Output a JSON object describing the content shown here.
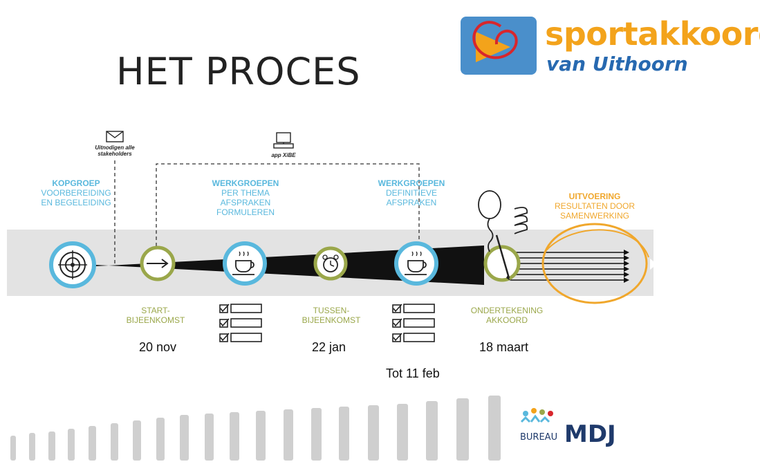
{
  "title": "HET PROCES",
  "logo": {
    "line1": "sportakkoord",
    "line2": "van Uithoorn",
    "colors": {
      "orange": "#f3a31b",
      "blue": "#2769b0",
      "box": "#4a8fcb"
    }
  },
  "top_annotations": {
    "envelope": {
      "icon": "envelope-icon",
      "text": "Uitnodigen alle stakeholders"
    },
    "computer": {
      "icon": "computer-icon",
      "text": "app XiBE"
    }
  },
  "phases": {
    "kopgroep": {
      "heading": "KOPGROEP",
      "line1": "VOORBEREIDING",
      "line2": "EN BEGELEIDING"
    },
    "werkgroepen1": {
      "heading": "WERKGROEPEN",
      "line1": "PER THEMA",
      "line2": "AFSPRAKEN",
      "line3": "FORMULEREN"
    },
    "werkgroepen2": {
      "heading": "WERKGROEPEN",
      "line1": "DEFINITIEVE",
      "line2": "AFSPRAKEN"
    },
    "uitvoering": {
      "heading": "UITVOERING",
      "line1": "RESULTATEN DOOR",
      "line2": "SAMENWERKING"
    }
  },
  "milestones": {
    "start": {
      "line1": "START-",
      "line2": "BIJEENKOMST"
    },
    "tussen": {
      "line1": "TUSSEN-",
      "line2": "BIJEENKOMST"
    },
    "ondertekening": {
      "line1": "ONDERTEKENING",
      "line2": "AKKOORD"
    }
  },
  "dates": {
    "d1": "20 nov",
    "d2": "22 jan",
    "d3": "18 maart",
    "d4": "Tot 11 feb"
  },
  "footer_logo": {
    "small": "BUREAU",
    "big": "MDJ"
  },
  "colors": {
    "blue": "#59b8dd",
    "green": "#9aa74a",
    "yellow": "#f0a72c",
    "band": "#e3e3e3"
  }
}
